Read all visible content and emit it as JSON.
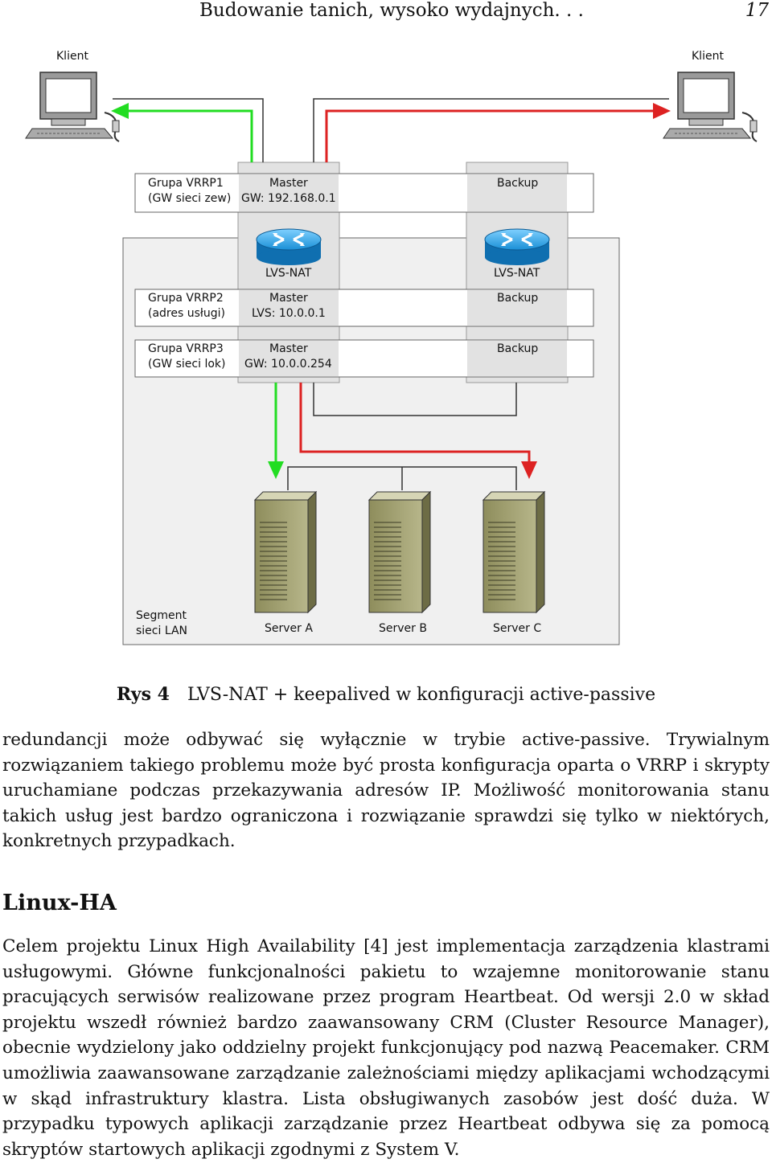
{
  "header": {
    "running_title": "Budowanie tanich, wysoko wydajnych. . .",
    "page_number": "17"
  },
  "diagram": {
    "client_left": "Klient",
    "client_right": "Klient",
    "vrrp1_name": "Grupa VRRP1",
    "vrrp1_desc": "(GW sieci zew)",
    "vrrp1_master": "Master",
    "vrrp1_master_addr": "GW: 192.168.0.1",
    "vrrp1_backup": "Backup",
    "router_left": "LVS-NAT",
    "router_right": "LVS-NAT",
    "vrrp2_name": "Grupa VRRP2",
    "vrrp2_desc": "(adres usługi)",
    "vrrp2_master": "Master",
    "vrrp2_master_addr": "LVS: 10.0.0.1",
    "vrrp2_backup": "Backup",
    "vrrp3_name": "Grupa VRRP3",
    "vrrp3_desc": "(GW sieci lok)",
    "vrrp3_master": "Master",
    "vrrp3_master_addr": "GW: 10.0.0.254",
    "vrrp3_backup": "Backup",
    "segment_line1": "Segment",
    "segment_line2": "sieci LAN",
    "server_a": "Server A",
    "server_b": "Server B",
    "server_c": "Server C",
    "colors": {
      "active_path": "#22dd22",
      "passive_path": "#dd2222",
      "router": "#1aa3e8"
    }
  },
  "caption": {
    "label": "Rys 4",
    "text": "LVS-NAT + keepalived w konfiguracji active-passive"
  },
  "para1": "redundancji może odbywać się wyłącznie w trybie active-passive. Trywialnym rozwiązaniem takiego problemu może być prosta konfiguracja oparta o VRRP i skrypty uruchamiane podczas przekazywania adresów IP. Możliwość monitorowania stanu takich usług jest bardzo ograniczona i rozwiązanie sprawdzi się tylko w niektórych, konkretnych przypadkach.",
  "section_title": "Linux-HA",
  "para2": "Celem projektu Linux High Availability [4] jest implementacja zarządzenia klastrami usługowymi. Główne funkcjonalności pakietu to wzajemne monitorowanie stanu pracujących serwisów realizowane przez program Heartbeat. Od wersji 2.0 w skład projektu wszedł również bardzo zaawansowany CRM (Cluster Resource Manager), obecnie wydzielony jako oddzielny projekt funkcjonujący pod nazwą Peacemaker. CRM umożliwia zaawansowane zarządzanie zależnościami między aplikacjami wchodzącymi w skąd infrastruktury klastra. Lista obsługiwanych zasobów jest dość duża. W przypadku typowych aplikacji zarządzanie przez Heartbeat odbywa się za pomocą skryptów startowych aplikacji zgodnymi z System V."
}
